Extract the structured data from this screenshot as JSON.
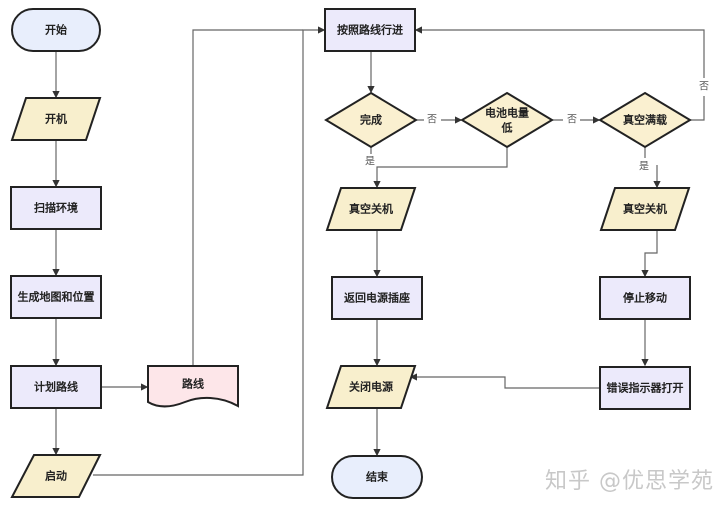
{
  "colors": {
    "terminal_fill": "#e8eefc",
    "process_fill": "#eceafb",
    "io_fill": "#f8efcd",
    "decision_fill": "#faf0d0",
    "document_fill": "#fde6e9",
    "stroke": "#222222",
    "edge": "#666666"
  },
  "nodes": {
    "start": "开始",
    "power_on": "开机",
    "scan_env": "扫描环境",
    "gen_map": "生成地图和位置",
    "plan_route": "计划路线",
    "route_doc": "路线",
    "launch": "启动",
    "follow_route": "按照路线行进",
    "done": "完成",
    "battery_low_line1": "电池电量",
    "battery_low_line2": "低",
    "vacuum_full": "真空满载",
    "vacuum_off_left": "真空关机",
    "vacuum_off_right": "真空关机",
    "return_socket": "返回电源插座",
    "stop_moving": "停止移动",
    "power_off": "关闭电源",
    "error_indicator": "错误指示器打开",
    "end": "结束"
  },
  "edge_labels": {
    "done_no": "否",
    "battery_no": "否",
    "full_no": "否",
    "done_yes": "是",
    "full_yes": "是"
  },
  "watermark": "知乎 @优思学苑"
}
